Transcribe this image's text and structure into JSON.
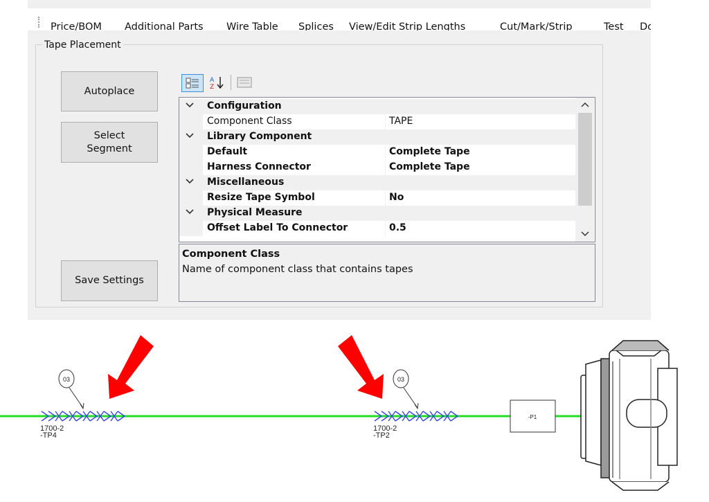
{
  "menu": {
    "items": [
      "Price/BOM",
      "Additional Parts",
      "Wire Table",
      "Splices",
      "View/Edit Strip Lengths",
      "Cut/Mark/Strip",
      "Test",
      "Do"
    ]
  },
  "tape_placement": {
    "group_label": "Tape Placement",
    "buttons": {
      "autoplace": "Autoplace",
      "select_segment_line1": "Select",
      "select_segment_line2": "Segment",
      "save_settings": "Save Settings"
    },
    "toolbar": {
      "categorized_icon": "categorized-view-icon",
      "alphabetical_icon": "sort-alphabetical-icon",
      "property_pages_icon": "property-pages-icon"
    },
    "grid": {
      "categories": [
        {
          "label": "Configuration",
          "props": [
            {
              "name": "Component Class",
              "value": "TAPE"
            }
          ]
        },
        {
          "label": "Library Component",
          "props": [
            {
              "name": "Default",
              "value": "Complete Tape"
            },
            {
              "name": "Harness Connector",
              "value": "Complete Tape"
            }
          ]
        },
        {
          "label": "Miscellaneous",
          "props": [
            {
              "name": "Resize Tape Symbol",
              "value": "No"
            }
          ]
        },
        {
          "label": "Physical Measure",
          "props": [
            {
              "name": "Offset Label To Connector",
              "value": "0.5"
            }
          ]
        }
      ]
    },
    "description": {
      "title": "Component Class",
      "text": "Name of component class that contains tapes"
    }
  },
  "drawing": {
    "wire_color": "#22dd22",
    "arrow_color": "#ff0000",
    "tape_color": "#3344ee",
    "tapes": [
      {
        "balloon": "03",
        "part": "1700-2",
        "ref": "-TP4"
      },
      {
        "balloon": "03",
        "part": "1700-2",
        "ref": "-TP2"
      }
    ],
    "connector_label": "-P1"
  }
}
